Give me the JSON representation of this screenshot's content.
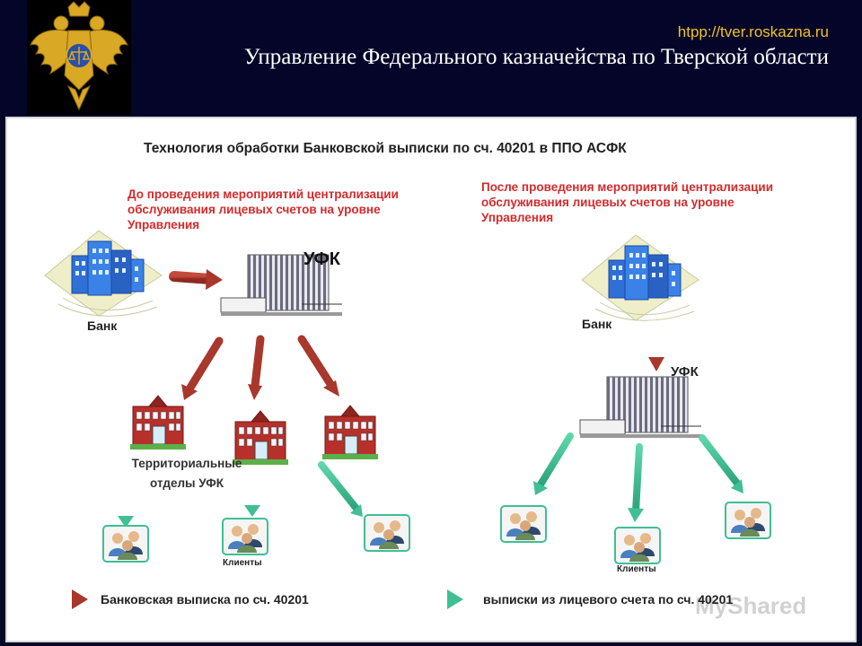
{
  "header": {
    "url": "htpp://tver.roskazna.ru",
    "title": "Управление Федерального казначейства по Тверской области"
  },
  "diagram": {
    "title": "Технология обработки Банковской выписки по сч. 40201 в ППО АСФК",
    "before": {
      "note": "До проведения мероприятий централизации обслуживания лицевых счетов на уровне Управления",
      "bank_label": "Банк",
      "ufk_label": "УФК",
      "departments_label": "Территориальные отделы УФК",
      "clients_label": "Клиенты"
    },
    "after": {
      "note": "После проведения мероприятий централизации обслуживания лицевых счетов на уровне Управления",
      "bank_label": "Банк",
      "ufk_label": "УФК",
      "clients_label": "Клиенты"
    }
  },
  "legend": {
    "red_arrow_label": "Банковская выписка по сч. 40201",
    "green_arrow_label": "выписки из лицевого счета по сч. 40201",
    "red_color": "#a8372c",
    "green_color": "#3fbf93"
  },
  "watermark": "MyShared"
}
